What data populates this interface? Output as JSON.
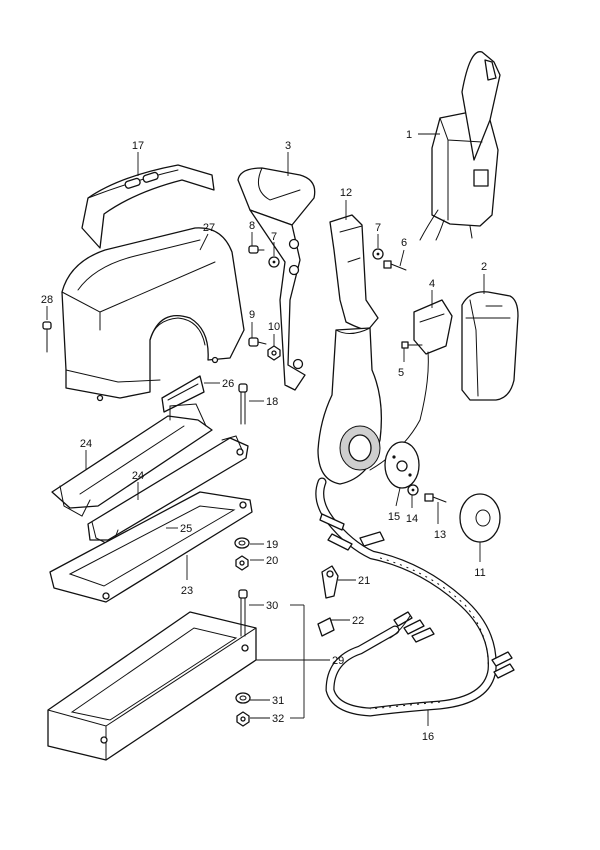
{
  "callouts": {
    "c1": "1",
    "c2": "2",
    "c3": "3",
    "c4": "4",
    "c5": "5",
    "c6": "6",
    "c7a": "7",
    "c7b": "7",
    "c8": "8",
    "c9": "9",
    "c10": "10",
    "c11": "11",
    "c12": "12",
    "c13": "13",
    "c14": "14",
    "c15": "15",
    "c16": "16",
    "c17": "17",
    "c18": "18",
    "c19": "19",
    "c20": "20",
    "c21": "21",
    "c22": "22",
    "c23": "23",
    "c24a": "24",
    "c24b": "24",
    "c25": "25",
    "c26": "26",
    "c27": "27",
    "c28": "28",
    "c29": "29",
    "c30": "30",
    "c31": "31",
    "c32": "32"
  }
}
